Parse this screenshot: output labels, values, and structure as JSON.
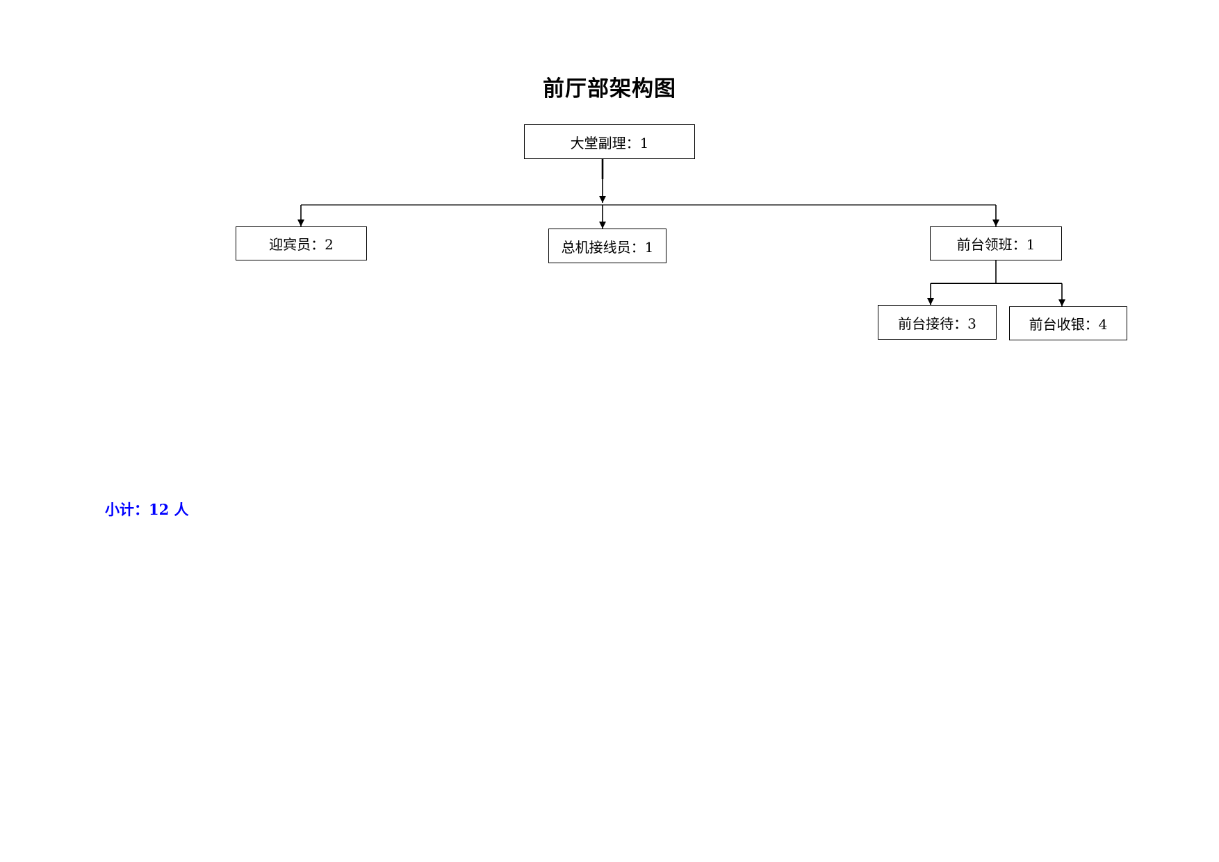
{
  "title": "前厅部架构图",
  "nodes": {
    "manager": {
      "label": "大堂副理：1"
    },
    "greeter": {
      "label": "迎宾员：2"
    },
    "operator": {
      "label": "总机接线员：1"
    },
    "lead": {
      "label": "前台领班：1"
    },
    "recep": {
      "label": "前台接待：3"
    },
    "cashier": {
      "label": "前台收银：4"
    }
  },
  "edges": [
    {
      "from": "manager",
      "to": "greeter"
    },
    {
      "from": "manager",
      "to": "operator"
    },
    {
      "from": "manager",
      "to": "lead"
    },
    {
      "from": "lead",
      "to": "recep"
    },
    {
      "from": "lead",
      "to": "cashier"
    }
  ],
  "subtotal": {
    "text": "小计：12 人",
    "color": "#0000ff"
  }
}
